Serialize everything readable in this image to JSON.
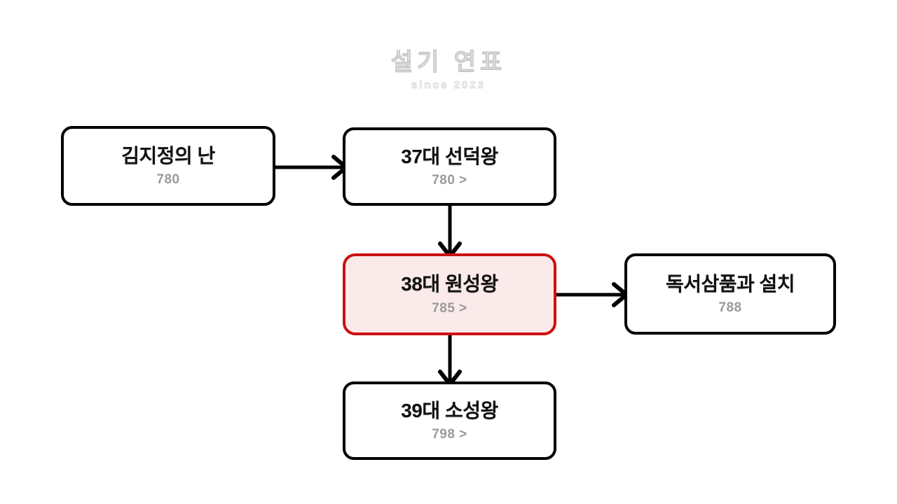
{
  "watermark": {
    "title": "설기 연표",
    "subtitle": "since 2023"
  },
  "colors": {
    "background": "#ffffff",
    "node_border": "#000000",
    "node_fill": "#ffffff",
    "highlight_border": "#cc1111",
    "highlight_fill": "#fbeaea",
    "title_text": "#111111",
    "year_text": "#9a9a9a",
    "watermark_text": "#d2d2d2",
    "connector": "#000000"
  },
  "diagram": {
    "type": "flowchart",
    "nodes": [
      {
        "id": "kimjijeong",
        "title": "김지정의 난",
        "year": "780",
        "highlighted": false
      },
      {
        "id": "king37",
        "title": "37대 선덕왕",
        "year": "780 >",
        "highlighted": false
      },
      {
        "id": "king38",
        "title": "38대 원성왕",
        "year": "785 >",
        "highlighted": true
      },
      {
        "id": "dokseo",
        "title": "독서삼품과 설치",
        "year": "788",
        "highlighted": false
      },
      {
        "id": "king39",
        "title": "39대 소성왕",
        "year": "798 >",
        "highlighted": false
      }
    ],
    "edges": [
      {
        "from": "kimjijeong",
        "to": "king37",
        "direction": "right"
      },
      {
        "from": "king37",
        "to": "king38",
        "direction": "down"
      },
      {
        "from": "king38",
        "to": "dokseo",
        "direction": "right"
      },
      {
        "from": "king38",
        "to": "king39",
        "direction": "down"
      }
    ]
  }
}
